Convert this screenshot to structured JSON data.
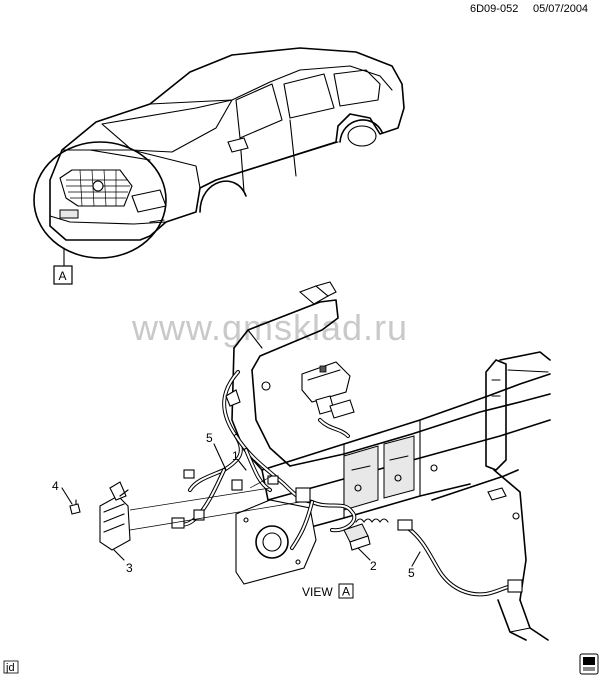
{
  "header": {
    "code": "6D09-052",
    "date": "05/07/2004"
  },
  "watermark": "www.gmsklad.ru",
  "view_marker": {
    "letter": "A",
    "view_prefix": "VIEW"
  },
  "callouts": [
    {
      "id": "1",
      "text": "1"
    },
    {
      "id": "2",
      "text": "2"
    },
    {
      "id": "3",
      "text": "3"
    },
    {
      "id": "4",
      "text": "4"
    },
    {
      "id": "5a",
      "text": "5"
    },
    {
      "id": "5b",
      "text": "5"
    }
  ],
  "footer": {
    "initials": "jd"
  },
  "badge_icon": "gm-logo-badge"
}
